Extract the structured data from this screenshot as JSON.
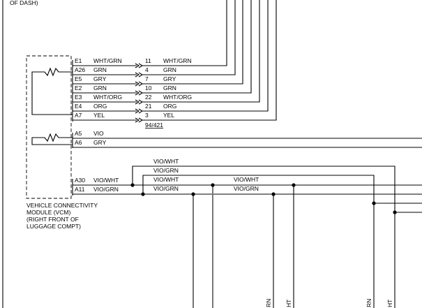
{
  "header_fragment": "OF DASH)",
  "pins": [
    {
      "pin": "E1",
      "color": "WHT/GRN",
      "cavity": "11",
      "wire": "WHT/GRN"
    },
    {
      "pin": "A26",
      "color": "GRN",
      "cavity": "4",
      "wire": "GRN"
    },
    {
      "pin": "E5",
      "color": "GRY",
      "cavity": "7",
      "wire": "GRY"
    },
    {
      "pin": "E2",
      "color": "GRN",
      "cavity": "10",
      "wire": "GRN"
    },
    {
      "pin": "E3",
      "color": "WHT/ORG",
      "cavity": "22",
      "wire": "WHT/ORG"
    },
    {
      "pin": "E4",
      "color": "ORG",
      "cavity": "21",
      "wire": "ORG"
    },
    {
      "pin": "A7",
      "color": "YEL",
      "cavity": "3",
      "wire": "YEL"
    }
  ],
  "connector_ref": "94/421",
  "pins2": [
    {
      "pin": "A5",
      "color": "VIO"
    },
    {
      "pin": "A6",
      "color": "GRY"
    }
  ],
  "can": {
    "a30_pin": "A30",
    "a30_color": "VIO/WHT",
    "a11_pin": "A11",
    "a11_color": "VIO/GRN",
    "top1": "VIO/WHT",
    "top2": "VIO/GRN",
    "mid1": "VIO/WHT",
    "mid2": "VIO/GRN",
    "mid3": "VIO/WHT",
    "mid4": "VIO/GRN"
  },
  "module_label": [
    "VEHICLE CONNECTIVITY",
    "MODULE (VCM)",
    "(RIGHT FRONT OF",
    "LUGGAGE COMPT)"
  ],
  "bottom_labels": [
    "RN",
    "HT",
    "RN",
    "HT"
  ]
}
